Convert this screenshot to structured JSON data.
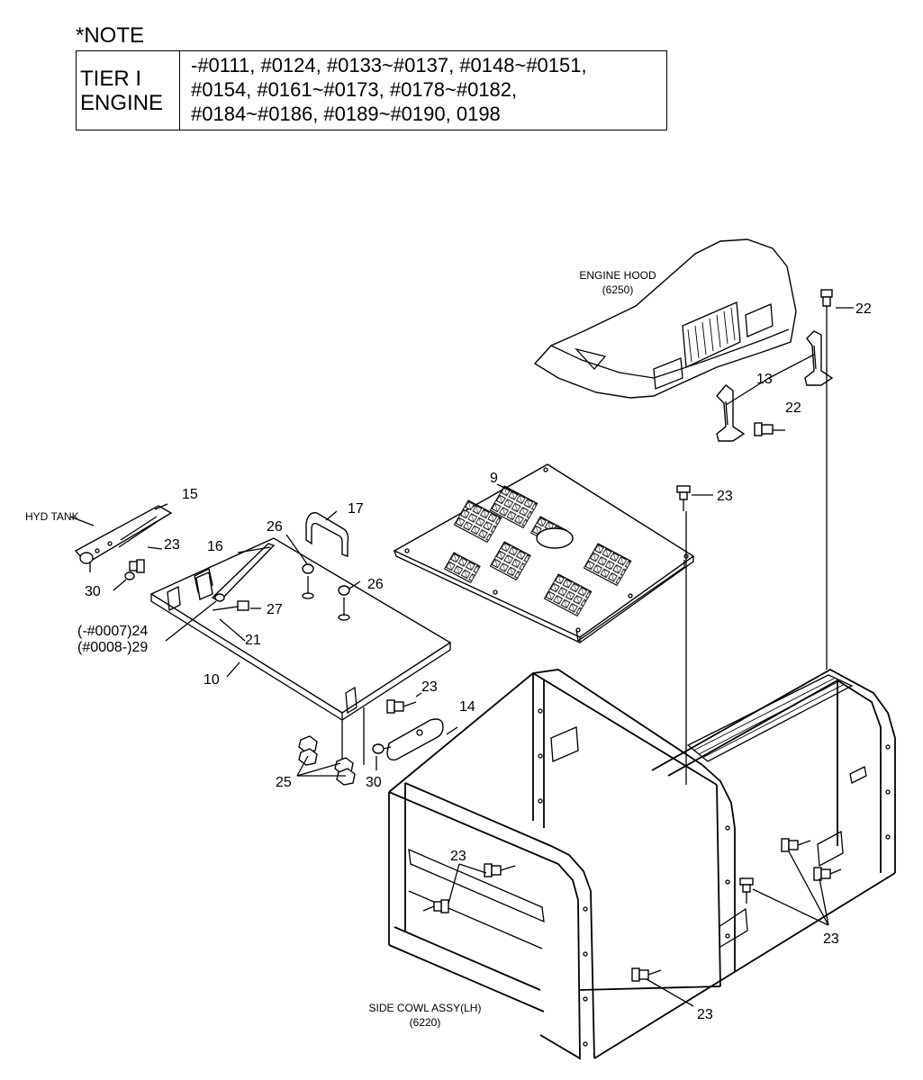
{
  "note": {
    "title": "*NOTE",
    "label_line1": "TIER I",
    "label_line2": "ENGINE",
    "serials_line1": "-#0111, #0124, #0133~#0137, #0148~#0151,",
    "serials_line2": "#0154, #0161~#0173, #0178~#0182,",
    "serials_line3": "#0184~#0186, #0189~#0190, 0198"
  },
  "assembly_labels": {
    "engine_hood_name": "ENGINE HOOD",
    "engine_hood_code": "(6250)",
    "hyd_tank": "HYD TANK",
    "side_cowl_name": "SIDE COWL ASSY(LH)",
    "side_cowl_code": "(6220)"
  },
  "callouts": {
    "c22_top": "22",
    "c13": "13",
    "c22_mid": "22",
    "c9": "9",
    "c23_cover": "23",
    "c15": "15",
    "c17": "17",
    "c23_hinge": "23",
    "c26_a": "26",
    "c16": "16",
    "c26_b": "26",
    "c30_a": "30",
    "c27": "27",
    "c24": "(-#0007)24",
    "c29": "(#0008-)29",
    "c21": "21",
    "c10": "10",
    "c23_plate": "23",
    "c14": "14",
    "c30_b": "30",
    "c25": "25",
    "c23_frame_left": "23",
    "c23_frame_right": "23",
    "c23_bottom": "23"
  }
}
